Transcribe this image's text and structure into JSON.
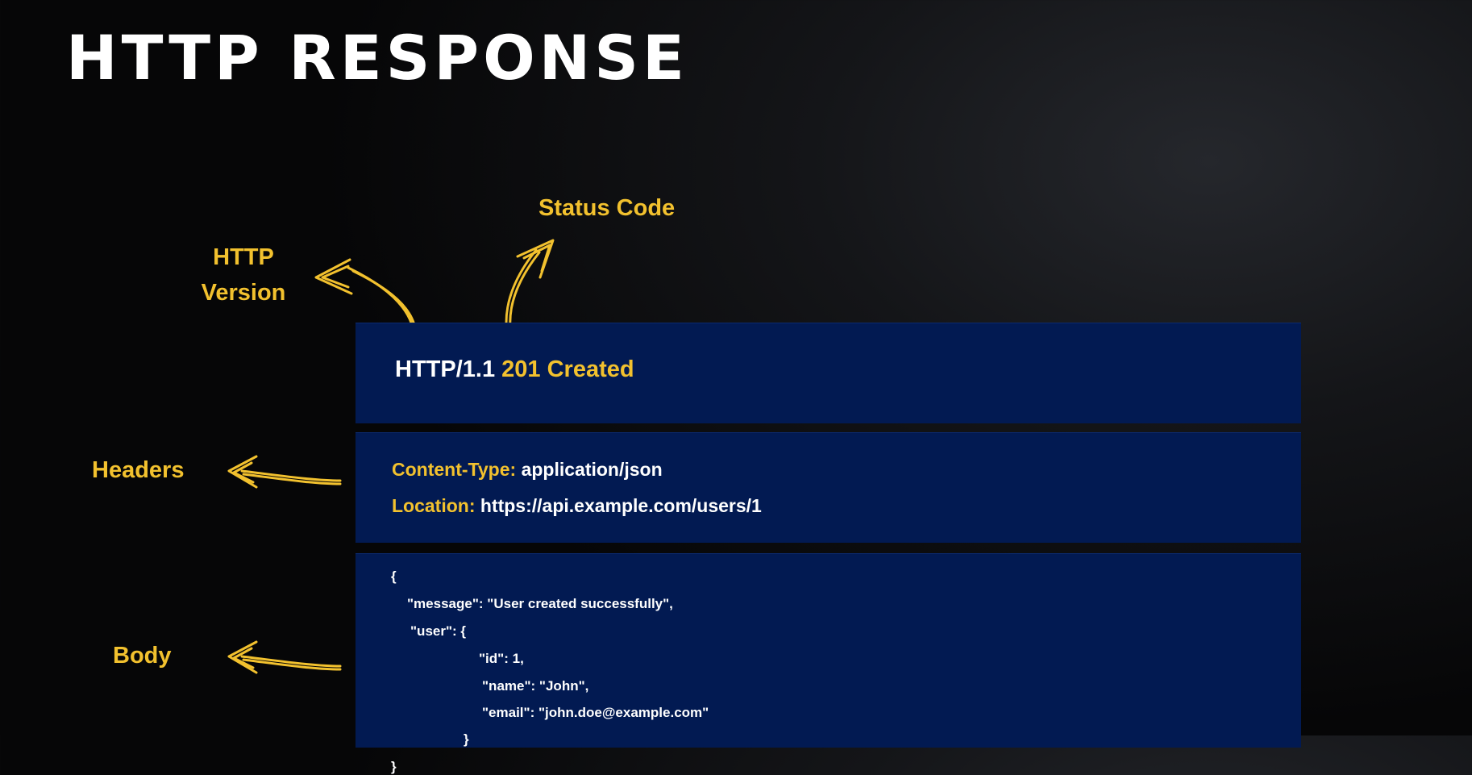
{
  "title": "HTTP RESPONSE",
  "labels": {
    "http_version": [
      "HTTP",
      "Version"
    ],
    "status_code": "Status Code",
    "headers": "Headers",
    "body": "Body"
  },
  "status_line": {
    "version": "HTTP/1.1",
    "code": "201 Created"
  },
  "headers": [
    {
      "key": "Content-Type:",
      "value": "application/json"
    },
    {
      "key": "Location:",
      "value": "https://api.example.com/users/1"
    }
  ],
  "body_lines": [
    "{",
    "\"message\": \"User created successfully\",",
    "\"user\": {",
    "\"id\": 1,",
    "\"name\": \"John\",",
    "\"email\": \"john.doe@example.com\"",
    "}",
    "}"
  ],
  "colors": {
    "accent": "#f2c12e",
    "panel": "#021a52",
    "text": "#ffffff"
  },
  "icons": [
    "hand-drawn-arrow-icon"
  ]
}
